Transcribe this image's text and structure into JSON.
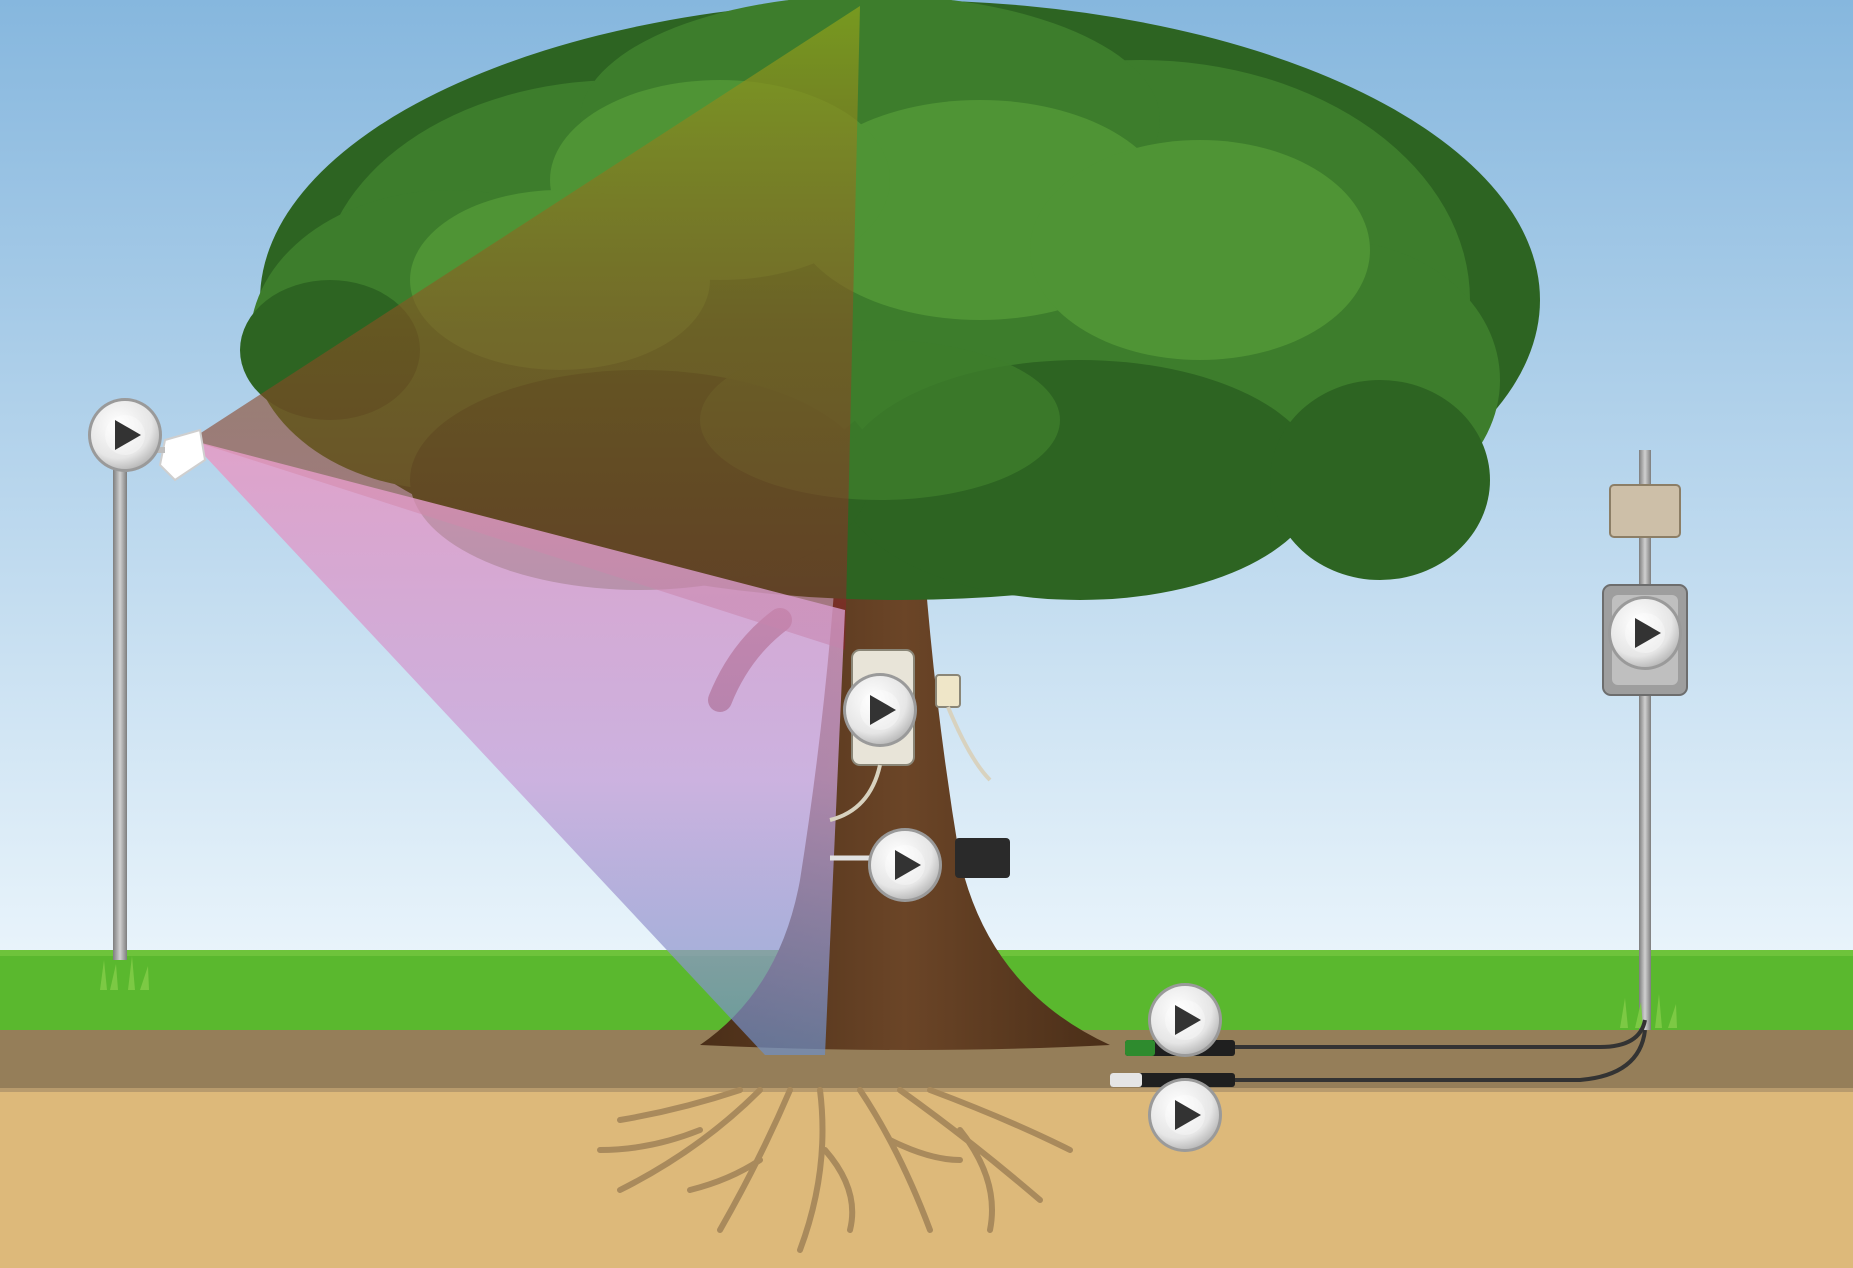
{
  "scene": {
    "colors": {
      "sky_top": "#86b7de",
      "sky_bottom": "#e9f4fb",
      "grass": "#5ab82e",
      "topsoil": "#957e59",
      "subsoil": "#ddb97a",
      "roots": "#a98a5c",
      "trunk": "#5a3a20",
      "foliage_dark": "#2d6422",
      "foliage_mid": "#3d7d2c",
      "foliage_light": "#4f9435",
      "sensor_beam_top": "#7a9a20",
      "sensor_beam_pink": "#e59ac6",
      "sensor_beam_blue": "#8ea6d4",
      "play_button": "#3a3a3a",
      "pole": "#9b9b9b"
    },
    "hotspots": [
      {
        "name": "canopy-sensor-play-button",
        "icon": "play-icon"
      },
      {
        "name": "dendrometer-play-button",
        "icon": "play-icon"
      },
      {
        "name": "sap-flow-sensor-play-button",
        "icon": "play-icon"
      },
      {
        "name": "datalogger-play-button",
        "icon": "play-icon"
      },
      {
        "name": "soil-sensor-upper-play-button",
        "icon": "play-icon"
      },
      {
        "name": "soil-sensor-lower-play-button",
        "icon": "play-icon"
      }
    ]
  }
}
